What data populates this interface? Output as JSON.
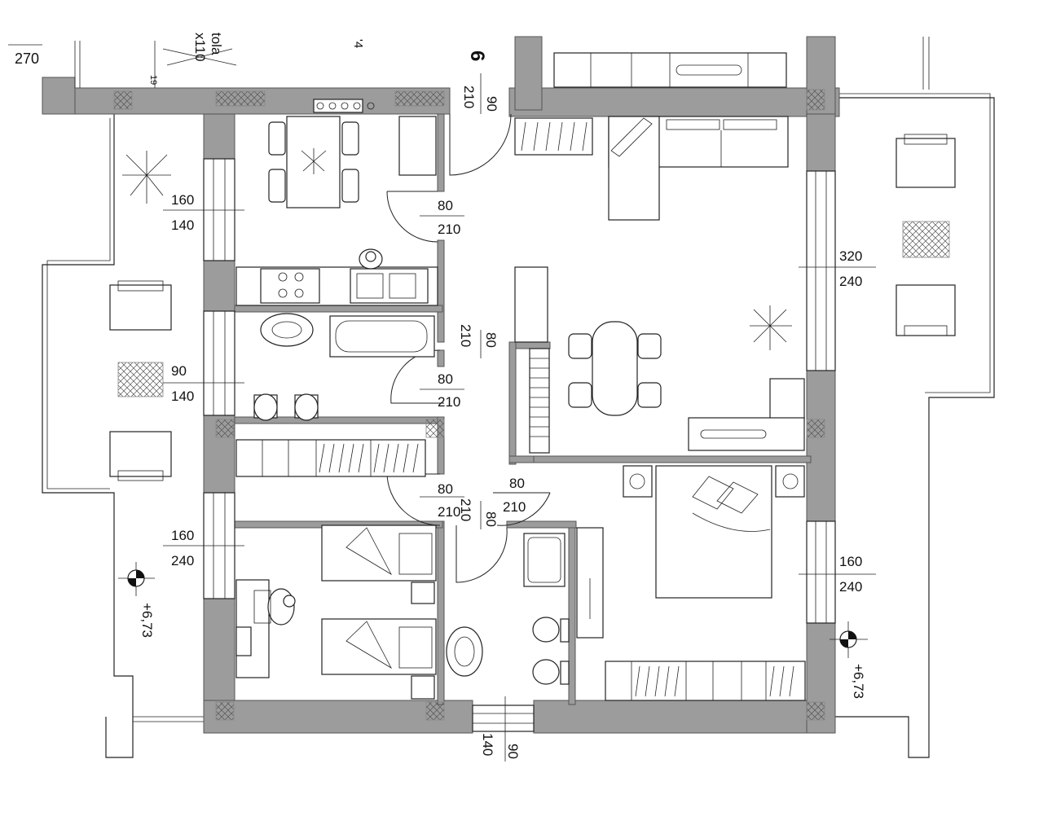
{
  "labels": {
    "top_left_270": "270",
    "top_tola": "tola",
    "top_x110": "x110",
    "top_19": "19",
    "top_4": "'4",
    "unit_number": "6",
    "entry_210": "210",
    "entry_90": "90",
    "kitchen_door_80": "80",
    "kitchen_door_210": "210",
    "win_kitchen_160": "160",
    "win_kitchen_140": "140",
    "bath_door_v_210": "210",
    "bath_door_v_80": "80",
    "bath_door_80": "80",
    "bath_door_210": "210",
    "win_bath_90": "90",
    "win_bath_140": "140",
    "living_win_320": "320",
    "living_win_240": "240",
    "hall_door_left_80": "80",
    "hall_door_left_210": "210",
    "hall_door_right_80": "80",
    "hall_door_right_210": "210",
    "hall_door_v_210": "210",
    "hall_door_v_80": "80",
    "win_bed2_160": "160",
    "win_bed2_240": "240",
    "win_master_160": "160",
    "win_master_240": "240",
    "elev_left": "+6,73",
    "elev_right": "+6,73",
    "bottom_140": "140",
    "bottom_90": "90"
  }
}
